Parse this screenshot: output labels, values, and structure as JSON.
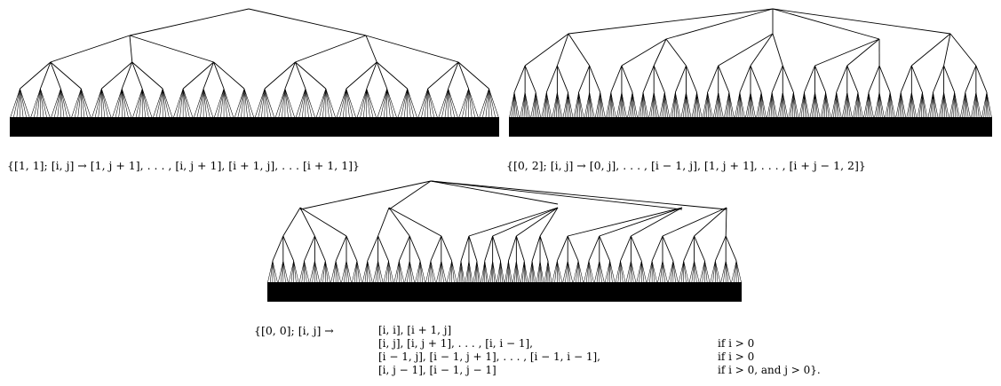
{
  "trees": [
    {
      "id": "tree-1",
      "caption": "{[1, 1]; [i, j] → [1, j + 1], . . . , [i, j + 1], [i + 1, j], . . . [i + 1, 1]}"
    },
    {
      "id": "tree-2",
      "caption": "{[0, 2]; [i, j] → [0, j], . . . , [i − 1, j], [1, j + 1], . . . , [i + j − 1, 2]}"
    },
    {
      "id": "tree-3",
      "caption_prefix": "{[0, 0]; [i, j] →",
      "rules": [
        {
          "expr": "[i, i], [i + 1, j]",
          "cond": ""
        },
        {
          "expr": "[i, j], [i, j + 1], . . . , [i, i − 1],",
          "cond": "if i > 0"
        },
        {
          "expr": "[i − 1, j], [i − 1, j + 1], . . . , [i − 1, i − 1],",
          "cond": "if i > 0"
        },
        {
          "expr": "[i, j − 1], [i − 1, j − 1]",
          "cond": "if i > 0, and j > 0}."
        }
      ]
    }
  ]
}
